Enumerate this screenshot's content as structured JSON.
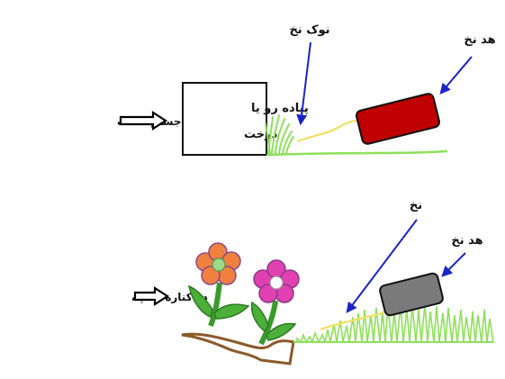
{
  "panels": {
    "hard_edge": {
      "side_label": "در کناره اجسام سخت",
      "box_text_line1": "پیاده رو یا",
      "box_text_line2": "درخت",
      "tip_label": "نوک نخ",
      "head_label": "هد نخ",
      "head_color": "#c00000",
      "line_color": "#f0e060",
      "grass_color": "#8ee05a",
      "arrow_color": "#1a24c8"
    },
    "garden_edge": {
      "side_label": "در کناره باغچه",
      "line_label": "نخ",
      "head_label": "هد نخ",
      "head_color": "#7a7a7a",
      "line_color": "#f0e060",
      "grass_color": "#8ee05a",
      "soil_color": "#8b5a2b",
      "flower_colors": [
        "#f08040",
        "#e040b0"
      ],
      "arrow_color": "#1a24c8"
    }
  }
}
